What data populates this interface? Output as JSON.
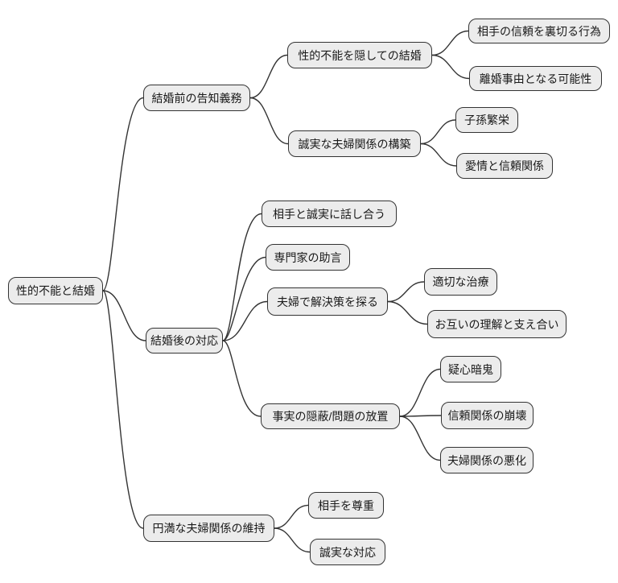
{
  "diagram": {
    "type": "mindmap",
    "background": "#ffffff",
    "style": {
      "node_fill": "#ececec",
      "node_border": "#333333",
      "edge_color": "#333333",
      "text_color": "#1a1a1a"
    },
    "root": {
      "label": "性的不能と結婚",
      "children": [
        {
          "label": "結婚前の告知義務",
          "children": [
            {
              "label": "性的不能を隠しての結婚",
              "children": [
                {
                  "label": "相手の信頼を裏切る行為"
                },
                {
                  "label": "離婚事由となる可能性"
                }
              ]
            },
            {
              "label": "誠実な夫婦関係の構築",
              "children": [
                {
                  "label": "子孫繁栄"
                },
                {
                  "label": "愛情と信頼関係"
                }
              ]
            }
          ]
        },
        {
          "label": "結婚後の対応",
          "children": [
            {
              "label": "相手と誠実に話し合う"
            },
            {
              "label": "専門家の助言"
            },
            {
              "label": "夫婦で解決策を探る",
              "children": [
                {
                  "label": "適切な治療"
                },
                {
                  "label": "お互いの理解と支え合い"
                }
              ]
            },
            {
              "label": "事実の隠蔽/問題の放置",
              "children": [
                {
                  "label": "疑心暗鬼"
                },
                {
                  "label": "信頼関係の崩壊"
                },
                {
                  "label": "夫婦関係の悪化"
                }
              ]
            }
          ]
        },
        {
          "label": "円満な夫婦関係の維持",
          "children": [
            {
              "label": "相手を尊重"
            },
            {
              "label": "誠実な対応"
            }
          ]
        }
      ]
    }
  }
}
